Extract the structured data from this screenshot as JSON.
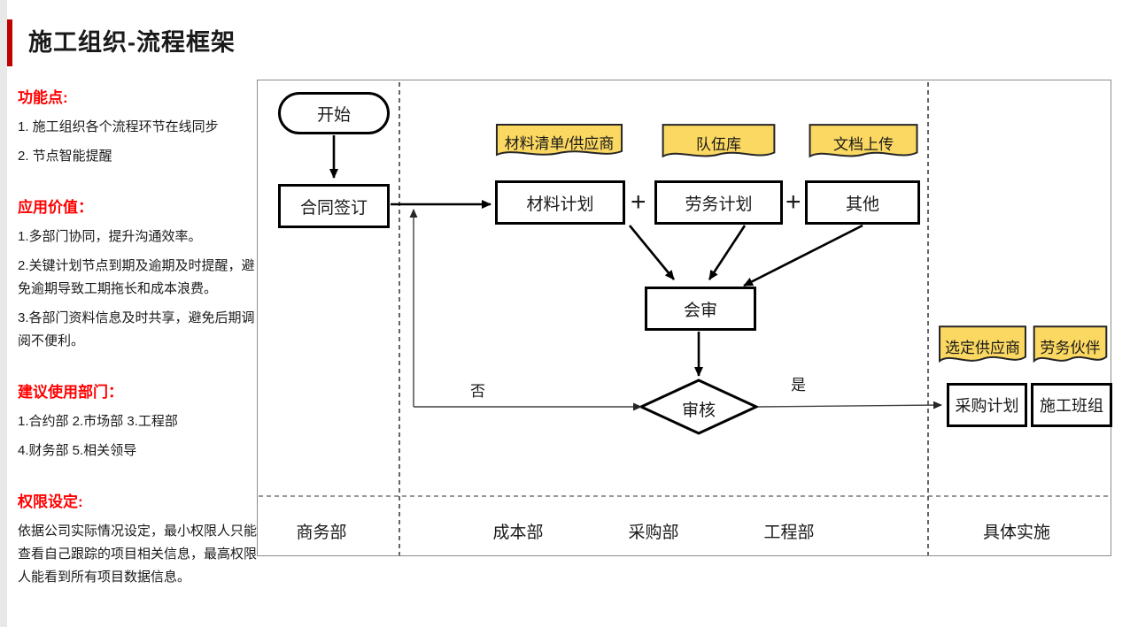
{
  "slide": {
    "title": "施工组织-流程框架"
  },
  "sidebar": {
    "sections": [
      {
        "heading": "功能点:",
        "lines": [
          "1. 施工组织各个流程环节在线同步",
          "2. 节点智能提醒"
        ]
      },
      {
        "heading": "应用价值：",
        "lines": [
          "1.多部门协同，提升沟通效率。",
          "2.关键计划节点到期及逾期及时提醒，避免逾期导致工期拖长和成本浪费。",
          "3.各部门资料信息及时共享，避免后期调阅不便利。"
        ]
      },
      {
        "heading": "建议使用部门：",
        "lines": [
          "1.合约部 2.市场部 3.工程部",
          "4.财务部 5.相关领导"
        ]
      },
      {
        "heading": "权限设定:",
        "lines": [
          "依据公司实际情况设定，最小权限人只能查看自己跟踪的项目相关信息，最高权限人能看到所有项目数据信息。"
        ]
      }
    ]
  },
  "flowchart": {
    "nodes": {
      "start": "开始",
      "contract": "合同签订",
      "material_plan": "材料计划",
      "labor_plan": "劳务计划",
      "other": "其他",
      "joint_review": "会审",
      "review": "审核",
      "procurement_plan": "采购计划",
      "construction_team": "施工班组"
    },
    "notes": {
      "material_list": "材料清单/供应商",
      "team_library": "队伍库",
      "doc_upload": "文档上传",
      "selected_supplier": "选定供应商",
      "labor_partner": "劳务伙伴"
    },
    "plus": "+",
    "edge_labels": {
      "no": "否",
      "yes": "是"
    },
    "lanes": [
      "商务部",
      "成本部",
      "采购部",
      "工程部",
      "具体实施"
    ]
  },
  "colors": {
    "accent_red": "#c00000",
    "heading_red": "#ff0000",
    "note_yellow": "#fbd861",
    "line_black": "#000000"
  }
}
